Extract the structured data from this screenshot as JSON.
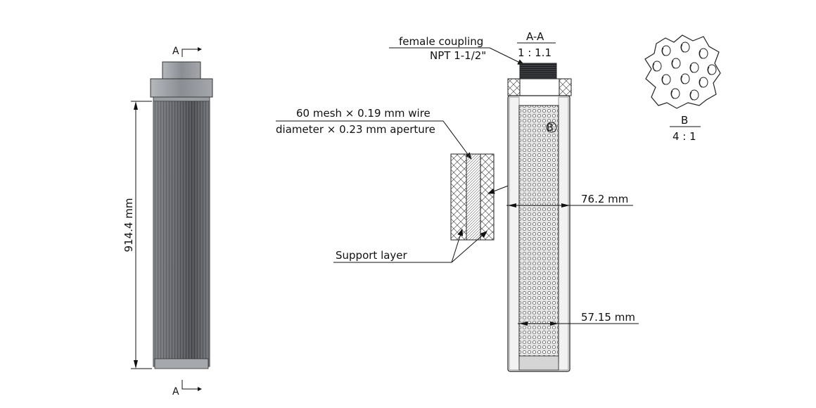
{
  "section_marker": {
    "letter": "A"
  },
  "overall_length": {
    "label": "914.4 mm"
  },
  "section_view": {
    "title": "A-A",
    "scale": "1 : 1.1"
  },
  "coupling": {
    "line1": "female coupling",
    "line2": "NPT 1-1/2\""
  },
  "mesh_note": {
    "line1": "60 mesh × 0.19 mm wire",
    "line2": "diameter × 0.23 mm aperture"
  },
  "support_layer": {
    "label": "Support layer"
  },
  "outer_diameter": {
    "label": "76.2 mm"
  },
  "inner_diameter": {
    "label": "57.15 mm"
  },
  "detail_ref": {
    "letter": "B"
  },
  "detail_view": {
    "title": "B",
    "scale": "4 : 1"
  },
  "colors": {
    "line": "#111111",
    "body_dark": "#5a5d62",
    "body_light": "#b9bcc0",
    "cap": "#9a9da1"
  }
}
